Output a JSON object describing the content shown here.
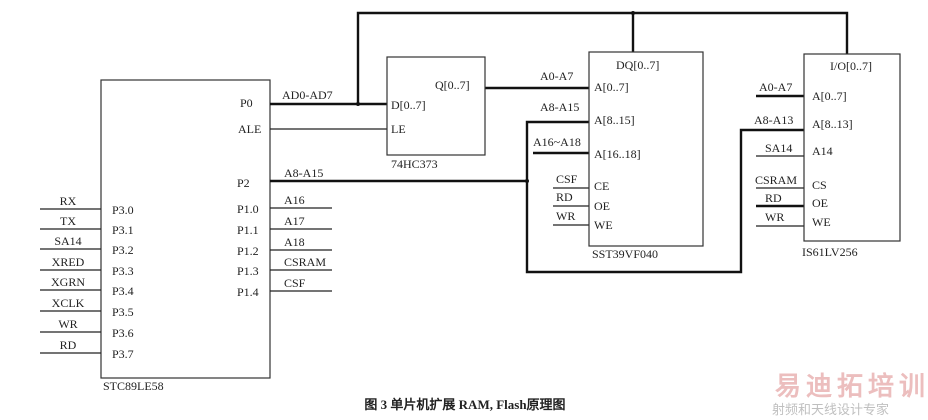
{
  "mcu": {
    "name": "STC89LE58",
    "left_pins": [
      {
        "pin": "P3.0",
        "signal": "RX"
      },
      {
        "pin": "P3.1",
        "signal": "TX"
      },
      {
        "pin": "P3.2",
        "signal": "SA14"
      },
      {
        "pin": "P3.3",
        "signal": "XRED"
      },
      {
        "pin": "P3.4",
        "signal": "XGRN"
      },
      {
        "pin": "P3.5",
        "signal": "XCLK"
      },
      {
        "pin": "P3.6",
        "signal": "WR"
      },
      {
        "pin": "P3.7",
        "signal": "RD"
      }
    ],
    "p0": {
      "pin": "P0",
      "signal": "AD0-AD7"
    },
    "ale": {
      "pin": "ALE"
    },
    "p2": {
      "pin": "P2",
      "signal": "A8-A15"
    },
    "p1_pins": [
      {
        "pin": "P1.0",
        "signal": "A16"
      },
      {
        "pin": "P1.1",
        "signal": "A17"
      },
      {
        "pin": "P1.2",
        "signal": "A18"
      },
      {
        "pin": "P1.3",
        "signal": "CSRAM"
      },
      {
        "pin": "P1.4",
        "signal": "CSF"
      }
    ]
  },
  "latch": {
    "name": "74HC373",
    "d": "D[0..7]",
    "le": "LE",
    "q": "Q[0..7]"
  },
  "flash": {
    "name": "SST39VF040",
    "dq": "DQ[0..7]",
    "pins": [
      "A[0..7]",
      "A[8..15]",
      "A[16..18]",
      "CE",
      "OE",
      "WE"
    ],
    "signals": [
      "A0-A7",
      "A8-A15",
      "A16~A18",
      "CSF",
      "RD",
      "WR"
    ]
  },
  "sram": {
    "name": "IS61LV256",
    "io": "I/O[0..7]",
    "pins": [
      "A[0..7]",
      "A[8..13]",
      "A14",
      "CS",
      "OE",
      "WE"
    ],
    "signals": [
      "A0-A7",
      "A8-A13",
      "SA14",
      "CSRAM",
      "RD",
      "WR"
    ]
  },
  "caption": "图 3   单片机扩展 RAM, Flash原理图",
  "watermark": {
    "logo": "易迪拓培训",
    "tagline": "射频和天线设计专家"
  }
}
